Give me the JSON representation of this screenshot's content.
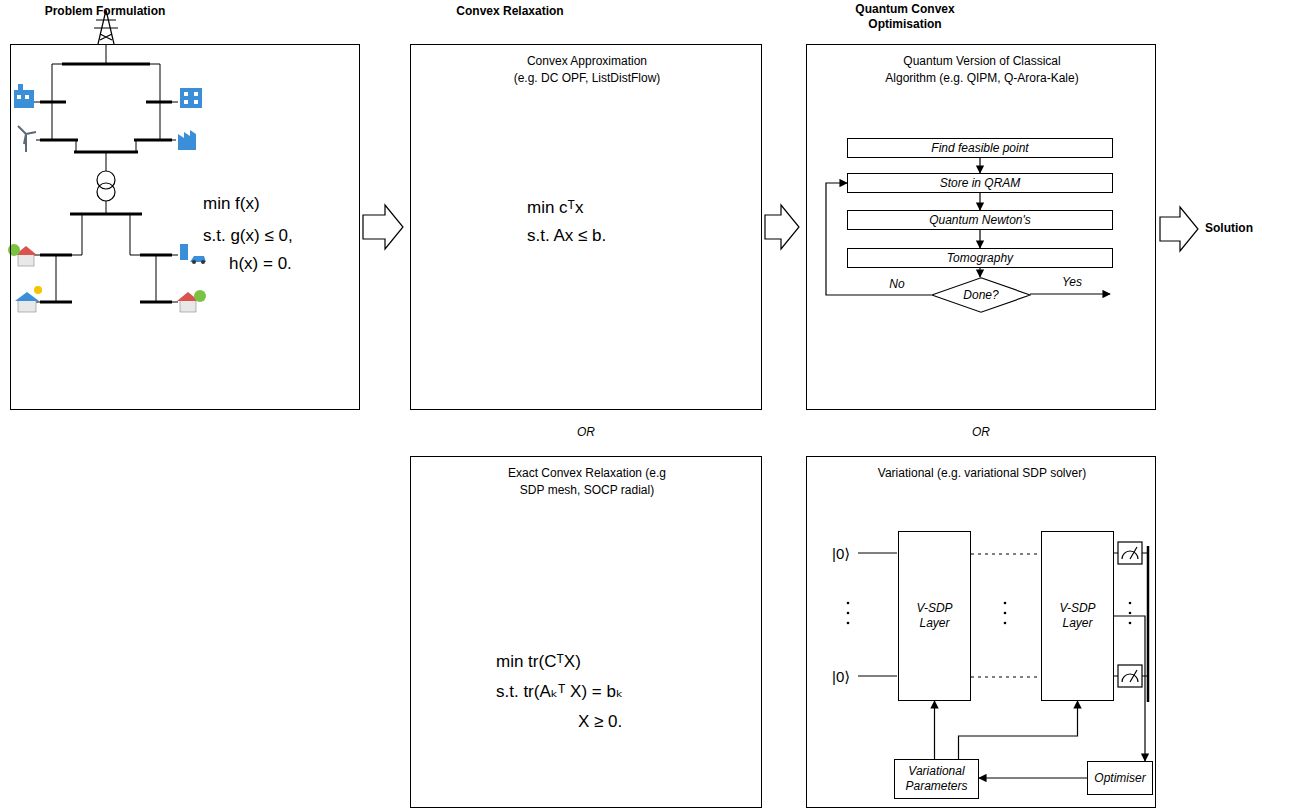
{
  "diagram": {
    "nodes": [
      {
        "text": [
          "min f(x)",
          "s.t. g(x) ≤ 0,",
          "h(x) = 0."
        ]
      },
      {
        "text": [
          "Convex Approximation (e.g. DC OPF, ListDistFlow)",
          "min cᵀx",
          "s.t. Ax ≤ b."
        ]
      },
      {
        "text": [
          "Quantum Version of Classical Algorithm (e.g. QIPM, Q-Arora-Kale)"
        ]
      },
      {
        "text": [
          "Find feasible point"
        ],
        "in": 2
      },
      {
        "text": [
          "Store in QRAM"
        ],
        "in": 2
      },
      {
        "text": [
          "Quantum Newton's"
        ],
        "in": 2
      },
      {
        "text": [
          "Tomography"
        ],
        "in": 2
      },
      {
        "text": [
          "Done?"
        ],
        "in": 2
      },
      {
        "text": [
          "Exact Convex Relaxation (e.g SDP mesh, SOCP radial)",
          "min tr(CᵀX)",
          "s.t. tr(Aₖᵀ X) = bₖ",
          "X ≥ 0."
        ]
      },
      {
        "text": [
          "Variational (e.g. variational SDP solver)"
        ]
      },
      {
        "text": [
          "V-SDP Layer"
        ],
        "in": 9
      },
      {
        "text": [
          "V-SDP Layer"
        ],
        "in": 9
      },
      {
        "text": [
          "Variational Parameters"
        ],
        "in": 9
      },
      {
        "text": [
          "Optimiser"
        ],
        "in": 9
      }
    ],
    "edges": [
      {
        "from": 0,
        "to": 1,
        "arrow": "to"
      },
      {
        "from": 1,
        "to": 2,
        "arrow": "to"
      },
      {
        "from": 3,
        "to": 4,
        "arrow": "to"
      },
      {
        "from": 4,
        "to": 5,
        "arrow": "to"
      },
      {
        "from": 5,
        "to": 6,
        "arrow": "to"
      },
      {
        "from": 6,
        "to": 7,
        "arrow": "to"
      },
      {
        "from": 7,
        "to": 4,
        "label": "No",
        "arrow": "to"
      },
      {
        "from": 10,
        "to": 11,
        "arrow": "none"
      },
      {
        "from": 11,
        "to": 13,
        "arrow": "to"
      },
      {
        "from": 13,
        "to": 12,
        "arrow": "to"
      },
      {
        "from": 12,
        "to": 10,
        "arrow": "to"
      },
      {
        "from": 12,
        "to": 11,
        "arrow": "to"
      }
    ],
    "labels": [
      "Problem Formulation",
      "Convex Relaxation",
      "Quantum Convex Optimisation",
      "OR",
      "OR",
      "Solution",
      "Yes",
      "|0⟩",
      "|0⟩"
    ]
  }
}
